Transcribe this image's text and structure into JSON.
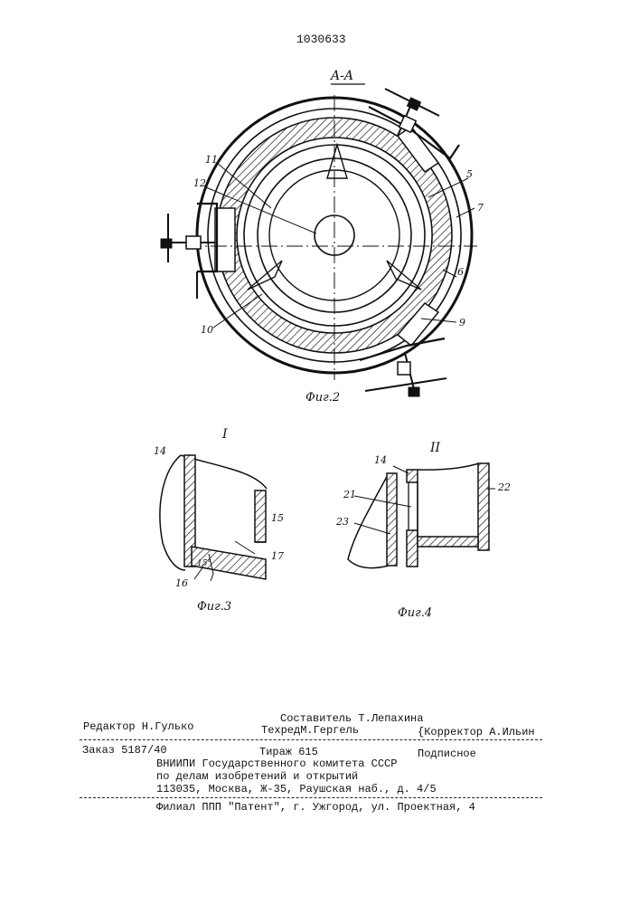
{
  "header": {
    "patent_number": "1030633"
  },
  "figure2": {
    "section_label": "A-A",
    "caption": "Фиг.2",
    "labels": [
      "11",
      "12",
      "5",
      "7",
      "6",
      "9",
      "10"
    ]
  },
  "figure3": {
    "view_label": "I",
    "caption": "Фиг.3",
    "labels": [
      "14",
      "15",
      "17",
      "16",
      "15°"
    ]
  },
  "figure4": {
    "view_label": "II",
    "caption": "Фиг.4",
    "labels": [
      "14",
      "21",
      "22",
      "23"
    ]
  },
  "imprint": {
    "editor": "Редактор Н.Гулько",
    "compiler": "Составитель Т.Лепахина",
    "techred": "ТехредМ.Гергель",
    "corrector": "{Корректор А.Ильин",
    "order": "Заказ 5187/40",
    "circulation": "Тираж 615",
    "subscription": "Подписное",
    "org_line1": "ВНИИПИ Государственного комитета СССР",
    "org_line2": "по делам изобретений и открытий",
    "org_address": "113035, Москва, Ж-35, Раушская наб., д. 4/5",
    "branch": "Филиал ППП \"Патент\", г. Ужгород, ул. Проектная, 4"
  }
}
